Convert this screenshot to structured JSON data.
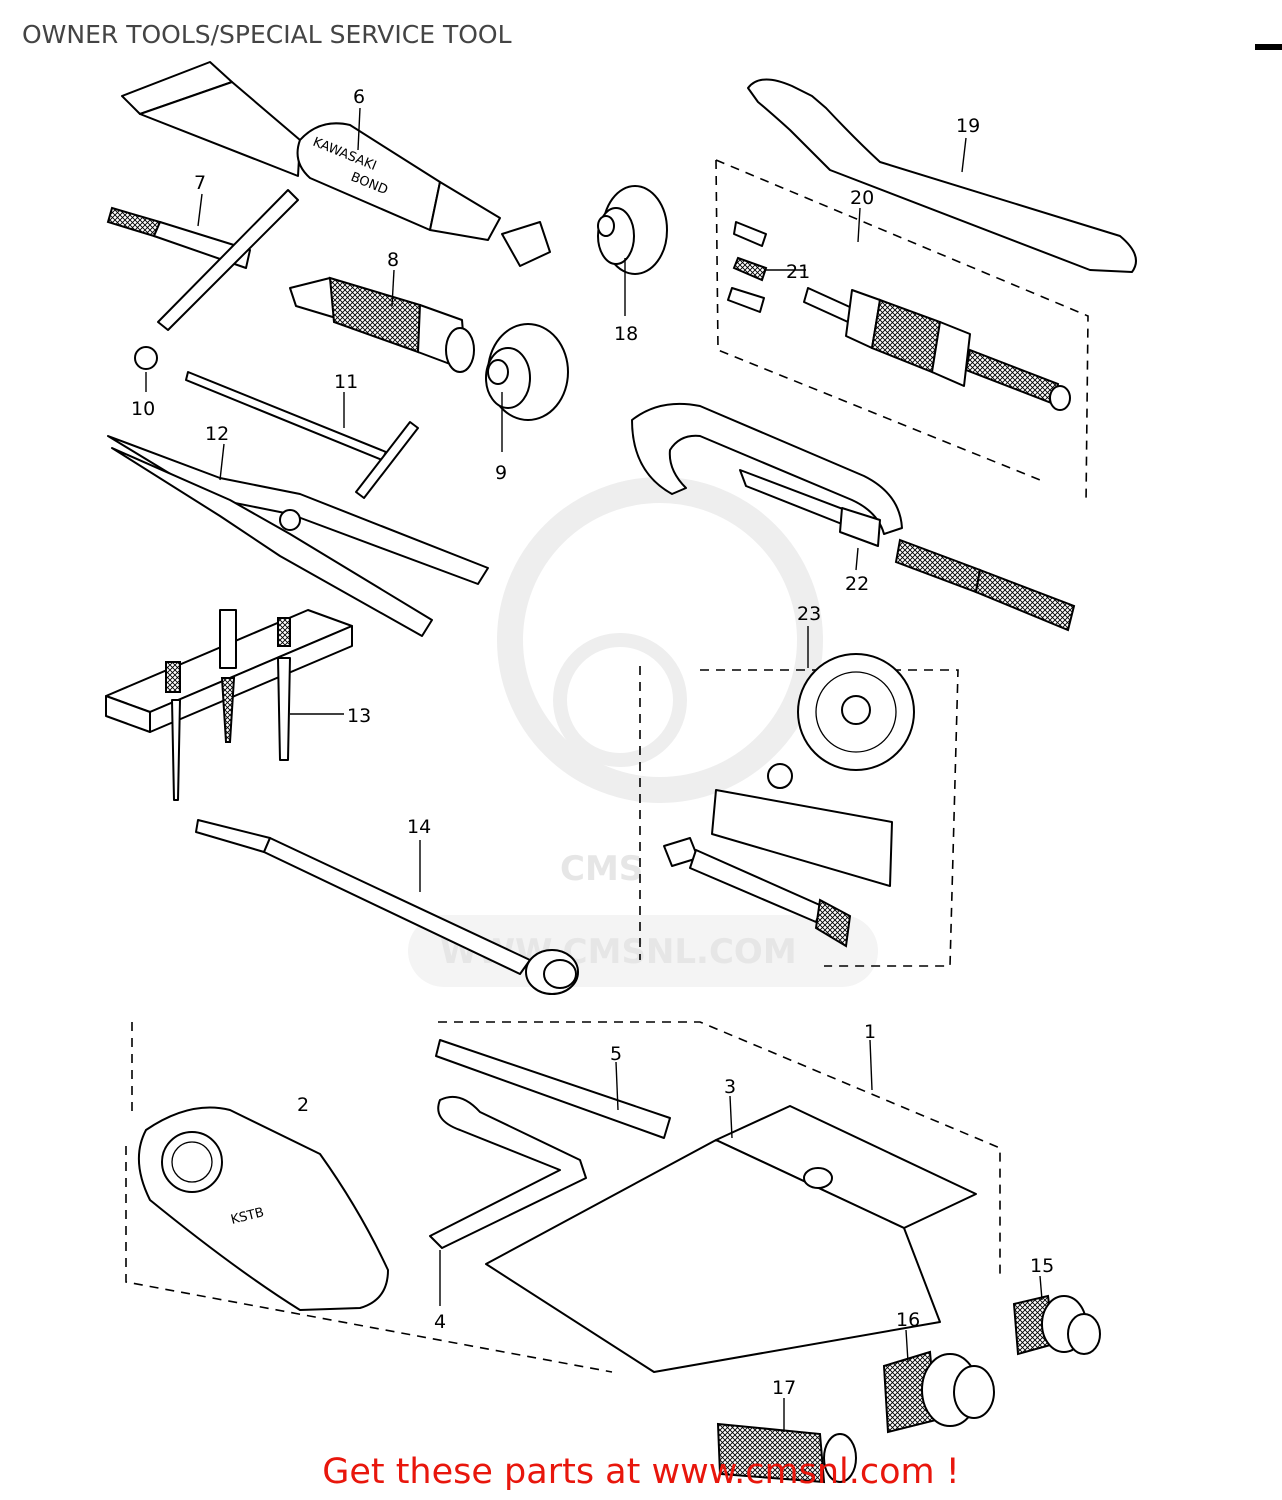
{
  "title": "OWNER TOOLS/SPECIAL SERVICE TOOL",
  "footer": {
    "link_text": "Get these parts at www.cmsnl.com !"
  },
  "watermark": {
    "url_text": "WWW.CMSNL.COM",
    "logo": "CMS"
  },
  "tube_label": {
    "line1": "KAWASAKI",
    "line2": "BOND"
  },
  "case_label": "KSTB",
  "parts": [
    {
      "number": "1"
    },
    {
      "number": "2"
    },
    {
      "number": "3"
    },
    {
      "number": "4"
    },
    {
      "number": "5"
    },
    {
      "number": "6"
    },
    {
      "number": "7"
    },
    {
      "number": "8"
    },
    {
      "number": "9"
    },
    {
      "number": "10"
    },
    {
      "number": "11"
    },
    {
      "number": "12"
    },
    {
      "number": "13"
    },
    {
      "number": "14"
    },
    {
      "number": "15"
    },
    {
      "number": "16"
    },
    {
      "number": "17"
    },
    {
      "number": "18"
    },
    {
      "number": "19"
    },
    {
      "number": "20"
    },
    {
      "number": "21"
    },
    {
      "number": "22"
    },
    {
      "number": "23"
    }
  ]
}
